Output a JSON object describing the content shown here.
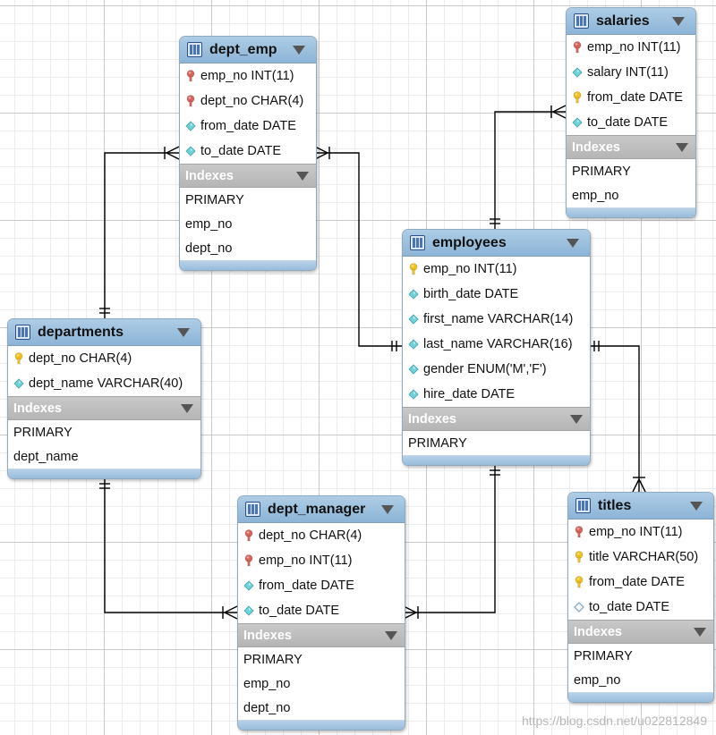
{
  "diagram": {
    "indexes_label": "Indexes",
    "tables": {
      "dept_emp": {
        "name": "dept_emp",
        "columns": [
          {
            "text": "emp_no INT(11)",
            "icon": "foreign-key-icon"
          },
          {
            "text": "dept_no CHAR(4)",
            "icon": "foreign-key-icon"
          },
          {
            "text": "from_date DATE",
            "icon": "column-diamond-icon"
          },
          {
            "text": "to_date DATE",
            "icon": "column-diamond-icon"
          }
        ],
        "indexes": [
          "PRIMARY",
          "emp_no",
          "dept_no"
        ]
      },
      "salaries": {
        "name": "salaries",
        "columns": [
          {
            "text": "emp_no INT(11)",
            "icon": "foreign-key-icon"
          },
          {
            "text": "salary INT(11)",
            "icon": "column-diamond-icon"
          },
          {
            "text": "from_date DATE",
            "icon": "primary-key-icon"
          },
          {
            "text": "to_date DATE",
            "icon": "column-diamond-icon"
          }
        ],
        "indexes": [
          "PRIMARY",
          "emp_no"
        ]
      },
      "employees": {
        "name": "employees",
        "columns": [
          {
            "text": "emp_no INT(11)",
            "icon": "primary-key-icon"
          },
          {
            "text": "birth_date DATE",
            "icon": "column-diamond-icon"
          },
          {
            "text": "first_name VARCHAR(14)",
            "icon": "column-diamond-icon"
          },
          {
            "text": "last_name VARCHAR(16)",
            "icon": "column-diamond-icon"
          },
          {
            "text": "gender ENUM('M','F')",
            "icon": "column-diamond-icon"
          },
          {
            "text": "hire_date DATE",
            "icon": "column-diamond-icon"
          }
        ],
        "indexes": [
          "PRIMARY"
        ]
      },
      "departments": {
        "name": "departments",
        "columns": [
          {
            "text": "dept_no CHAR(4)",
            "icon": "primary-key-icon"
          },
          {
            "text": "dept_name VARCHAR(40)",
            "icon": "column-diamond-icon"
          }
        ],
        "indexes": [
          "PRIMARY",
          "dept_name"
        ]
      },
      "dept_manager": {
        "name": "dept_manager",
        "columns": [
          {
            "text": "dept_no CHAR(4)",
            "icon": "foreign-key-icon"
          },
          {
            "text": "emp_no INT(11)",
            "icon": "foreign-key-icon"
          },
          {
            "text": "from_date DATE",
            "icon": "column-diamond-icon"
          },
          {
            "text": "to_date DATE",
            "icon": "column-diamond-icon"
          }
        ],
        "indexes": [
          "PRIMARY",
          "emp_no",
          "dept_no"
        ]
      },
      "titles": {
        "name": "titles",
        "columns": [
          {
            "text": "emp_no INT(11)",
            "icon": "foreign-key-icon"
          },
          {
            "text": "title VARCHAR(50)",
            "icon": "primary-key-icon"
          },
          {
            "text": "from_date DATE",
            "icon": "primary-key-icon"
          },
          {
            "text": "to_date DATE",
            "icon": "nullable-diamond-icon"
          }
        ],
        "indexes": [
          "PRIMARY",
          "emp_no"
        ]
      }
    },
    "relationships": [
      {
        "from": "departments",
        "to": "dept_emp",
        "from_end": "one-mandatory",
        "to_end": "many"
      },
      {
        "from": "employees",
        "to": "dept_emp",
        "from_end": "one-mandatory",
        "to_end": "many"
      },
      {
        "from": "employees",
        "to": "salaries",
        "from_end": "one-mandatory",
        "to_end": "many"
      },
      {
        "from": "employees",
        "to": "titles",
        "from_end": "one-mandatory",
        "to_end": "many"
      },
      {
        "from": "departments",
        "to": "dept_manager",
        "from_end": "one-mandatory",
        "to_end": "many"
      },
      {
        "from": "employees",
        "to": "dept_manager",
        "from_end": "one-mandatory",
        "to_end": "many"
      }
    ],
    "colors": {
      "header": "#9dc1e0",
      "index_header": "#bdbdbd",
      "foreign_key": "#d9635a",
      "primary_key": "#f2c21b",
      "column": "#6fd3d6",
      "line": "#000000"
    }
  },
  "watermark": "https://blog.csdn.net/u022812849"
}
